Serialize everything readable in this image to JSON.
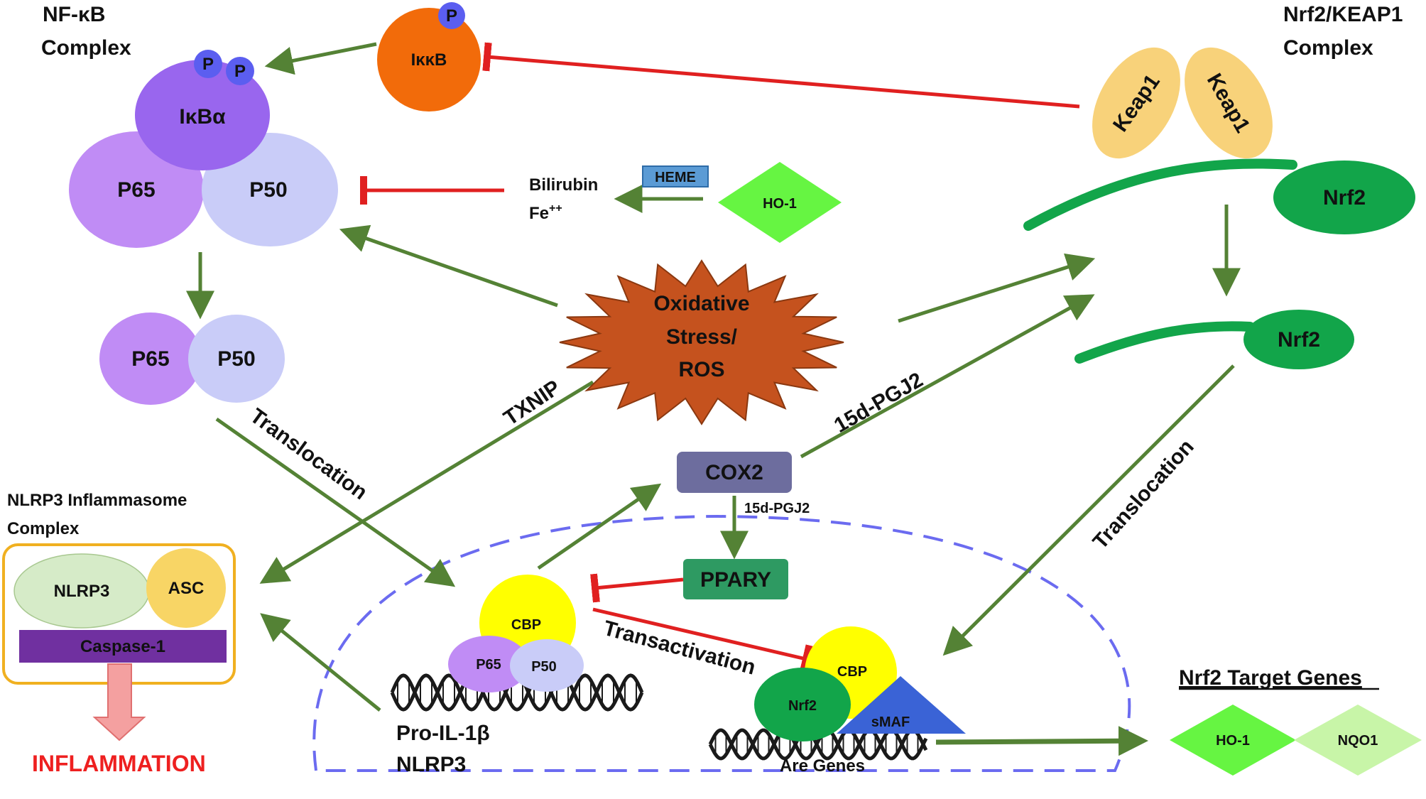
{
  "colors": {
    "arrow_green": "#548235",
    "inhibit_red": "#e02020",
    "ikb_purple": "#9966ee",
    "p65_purple": "#c08cf5",
    "p50_lavender": "#c9ccf8",
    "ikkb_orange": "#f26b0a",
    "phospho_blue": "#5b5ef0",
    "keap_yellow": "#f8d27a",
    "nrf2_green": "#12a54a",
    "ho1_green": "#66f542",
    "nqo1_lightgreen": "#c8f5a8",
    "heme_blue": "#5b9bd5",
    "cox2_slate": "#6d6d9e",
    "ppar_green": "#2e9a62",
    "star_brown": "#c5521e",
    "cbp_yellow": "#ffff00",
    "smaf_blue": "#3a63d6",
    "nlrp3_green": "#d6ebc8",
    "asc_yellow": "#f8d565",
    "caspase_purple": "#7030a0",
    "inflammasome_border": "#f0b020",
    "nucleus_dash": "#6b6bf0",
    "inflammation_red": "#ee2020"
  },
  "nfkb": {
    "title_line1": "NF-κB",
    "title_line2": "Complex",
    "p_left": "P",
    "p_right": "P",
    "ikba": "IκBα",
    "p65": "P65",
    "p50": "P50"
  },
  "free_dimer": {
    "p65": "P65",
    "p50": "P50"
  },
  "ikkb": {
    "p": "P",
    "label": "IκκB"
  },
  "nrf2_keap1": {
    "title_line1": "Nrf2/KEAP1",
    "title_line2": "Complex",
    "keap1_left": "Keap1",
    "keap1_right": "Keap1",
    "nrf2_bound": "Nrf2",
    "nrf2_free": "Nrf2"
  },
  "ho1_pathway": {
    "heme": "HEME",
    "ho1": "HO-1",
    "bilirubin": "Bilirubin",
    "fe": "Fe",
    "fe_sup": "++"
  },
  "stress": {
    "line1": "Oxidative",
    "line2": "Stress/",
    "line3": "ROS"
  },
  "edge_labels": {
    "translocation_left": "Translocation",
    "txnip": "TXNIP",
    "pgj2_diagonal": "15d-PGJ2",
    "translocation_right": "Translocation",
    "pgj2_small": "15d-PGJ2",
    "transactivation": "Transactivation"
  },
  "cox2": "COX2",
  "ppar": "PPARY",
  "inflammasome": {
    "title_line1": "NLRP3 Inflammasome",
    "title_line2": "Complex",
    "nlrp3": "NLRP3",
    "asc": "ASC",
    "caspase": "Caspase-1",
    "outcome": "INFLAMMATION"
  },
  "nfkb_nuclear": {
    "cbp": "CBP",
    "p65": "P65",
    "p50": "P50",
    "gene_line1": "Pro-IL-1β",
    "gene_line2": "NLRP3"
  },
  "nrf2_nuclear": {
    "cbp": "CBP",
    "nrf2": "Nrf2",
    "smaf": "sMAF",
    "genes": "Are Genes"
  },
  "targets": {
    "title": "Nrf2 Target Genes",
    "ho1": "HO-1",
    "nqo1": "NQO1"
  }
}
